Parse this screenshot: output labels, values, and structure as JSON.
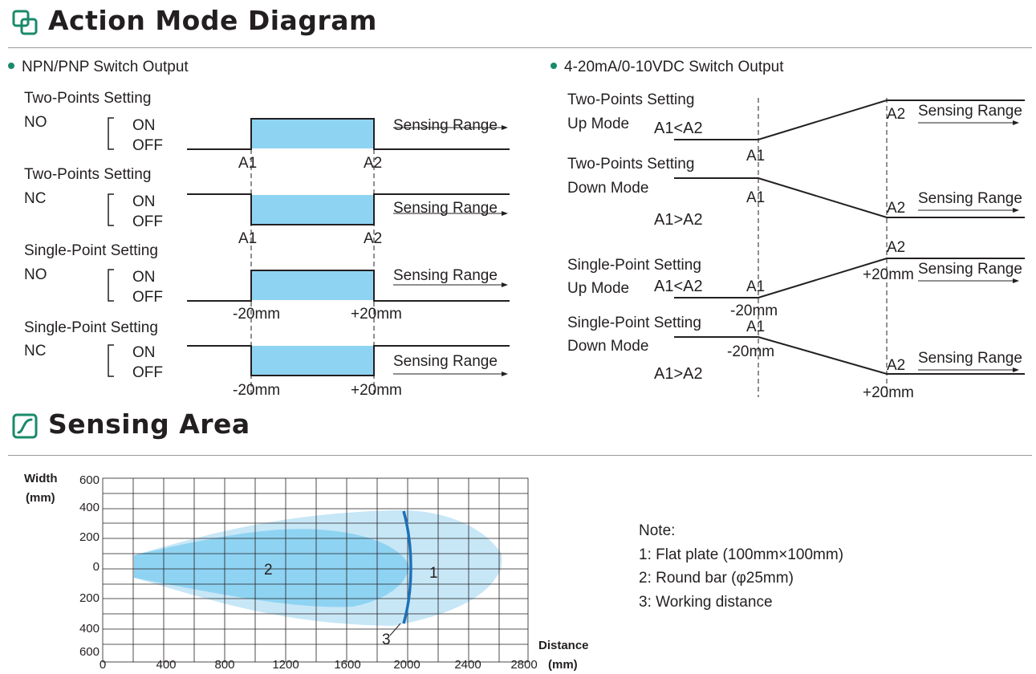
{
  "action_mode": {
    "title": "Action Mode Diagram",
    "npn_section": {
      "heading": "NPN/PNP Switch Output",
      "rows": [
        {
          "setting": "Two-Points Setting",
          "mode": "NO",
          "on": "ON",
          "off": "OFF",
          "left_mark": "A1",
          "right_mark": "A2",
          "range": "Sensing Range"
        },
        {
          "setting": "Two-Points Setting",
          "mode": "NC",
          "on": "ON",
          "off": "OFF",
          "left_mark": "A1",
          "right_mark": "A2",
          "range": "Sensing Range"
        },
        {
          "setting": "Single-Point Setting",
          "mode": "NO",
          "on": "ON",
          "off": "OFF",
          "left_mark": "-20mm",
          "right_mark": "+20mm",
          "range": "Sensing Range"
        },
        {
          "setting": "Single-Point Setting",
          "mode": "NC",
          "on": "ON",
          "off": "OFF",
          "left_mark": "-20mm",
          "right_mark": "+20mm",
          "range": "Sensing Range"
        }
      ]
    },
    "analog_section": {
      "heading": "4-20mA/0-10VDC Switch Output",
      "rows": [
        {
          "setting": "Two-Points Setting",
          "mode": "Up Mode",
          "relation": "A1<A2",
          "a1": "A1",
          "a2": "A2",
          "range": "Sensing Range"
        },
        {
          "setting": "Two-Points Setting",
          "mode": "Down Mode",
          "relation": "A1>A2",
          "a1": "A1",
          "a2": "A2",
          "range": "Sensing Range"
        },
        {
          "setting": "Single-Point Setting",
          "mode": "Up Mode",
          "relation": "A1<A2",
          "a1": "A1",
          "a2": "A2",
          "minus": "-20mm",
          "plus": "+20mm",
          "range": "Sensing Range"
        },
        {
          "setting": "Single-Point Setting",
          "mode": "Down Mode",
          "relation": "A1>A2",
          "a1": "A1",
          "a2": "A2",
          "minus": "-20mm",
          "plus": "+20mm",
          "range": "Sensing Range"
        }
      ]
    }
  },
  "sensing_area": {
    "title": "Sensing Area",
    "chart": {
      "y_label_line1": "Width",
      "y_label_line2": "(mm)",
      "x_label_line1": "Distance",
      "x_label_line2": "(mm)",
      "y_ticks": [
        "600",
        "400",
        "200",
        "0",
        "200",
        "400",
        "600"
      ],
      "x_ticks": [
        "0",
        "400",
        "800",
        "1200",
        "1600",
        "2000",
        "2400",
        "2800"
      ],
      "region_labels": [
        "1",
        "2",
        "3"
      ]
    },
    "notes": {
      "heading": "Note:",
      "items": [
        "1: Flat plate (100mm×100mm)",
        "2: Round bar (φ25mm)",
        "3: Working distance"
      ]
    }
  },
  "colors": {
    "accent": "#1a8a6a",
    "fill_blue": "#8fd3f2",
    "flat_plate": "#c7e7f7",
    "round_bar": "#8fd3f2",
    "working_line": "#1d71b8"
  }
}
